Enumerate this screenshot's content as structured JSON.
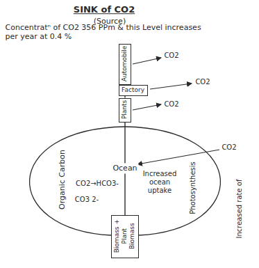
{
  "diagram": {
    "title": "SINK of CO2",
    "nodes": [
      {
        "text": [
          "Automobile"
        ]
      },
      {
        "text": [
          "Factory"
        ]
      },
      {
        "text": [
          "Plants"
        ]
      },
      {
        "text": [
          "Biomass + Plant Biomass"
        ]
      }
    ],
    "edges": [
      {
        "from": 0,
        "to": 1,
        "arrow": "none"
      },
      {
        "from": 1,
        "to": 2,
        "arrow": "none"
      },
      {
        "from": 2,
        "to": 3,
        "label": "Ocean",
        "arrow": "none"
      }
    ],
    "labels": [
      "(Source)",
      "Concentratⁿ of CO2 356 PPm & this Level increases per year at 0.4 %",
      "CO2",
      "CO2",
      "CO2",
      "Organic Carbon",
      "CO2→HCO3-",
      "CO3 2-",
      "CO2",
      "Increased ocean uptake",
      "Photosynthesis",
      "Increased rate of"
    ]
  }
}
